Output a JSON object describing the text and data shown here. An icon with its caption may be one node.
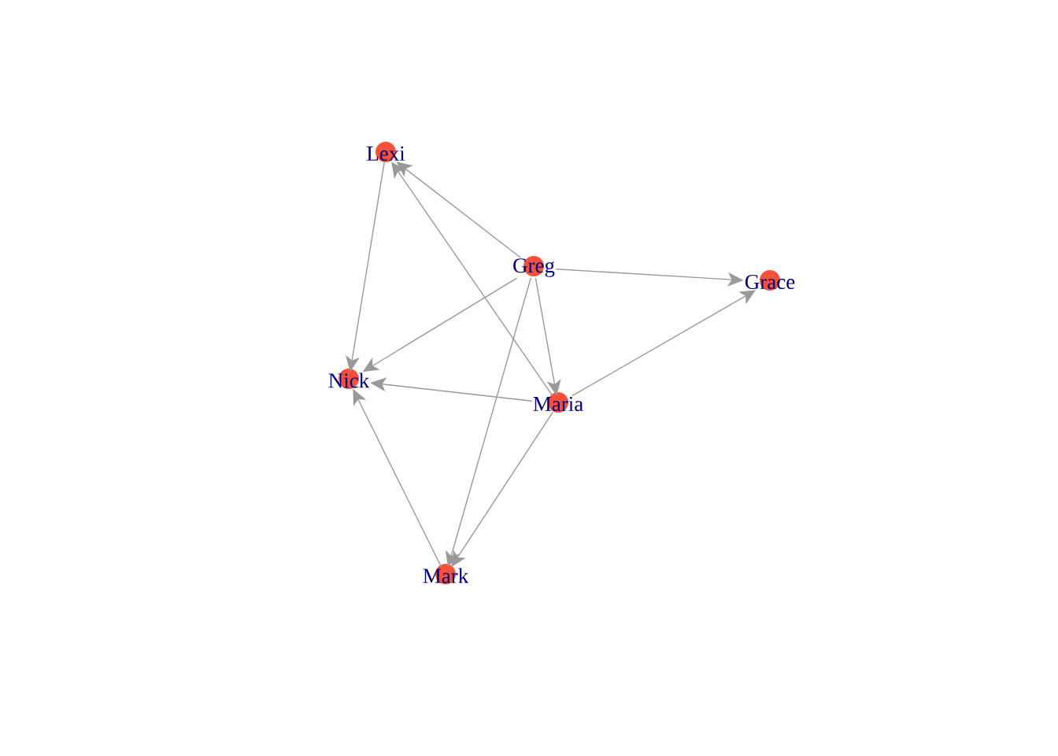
{
  "diagram": {
    "nodes": [
      {
        "text": [
          "Lexi"
        ]
      },
      {
        "text": [
          "Greg"
        ]
      },
      {
        "text": [
          "Grace"
        ]
      },
      {
        "text": [
          "Nick"
        ]
      },
      {
        "text": [
          "Maria"
        ]
      },
      {
        "text": [
          "Mark"
        ]
      }
    ],
    "edges": [
      {
        "from": 1,
        "to": 0,
        "arrow": "to"
      },
      {
        "from": 1,
        "to": 2,
        "arrow": "to"
      },
      {
        "from": 1,
        "to": 3,
        "arrow": "to"
      },
      {
        "from": 1,
        "to": 4,
        "arrow": "to"
      },
      {
        "from": 1,
        "to": 5,
        "arrow": "to"
      },
      {
        "from": 0,
        "to": 3,
        "arrow": "to"
      },
      {
        "from": 4,
        "to": 0,
        "arrow": "to"
      },
      {
        "from": 4,
        "to": 3,
        "arrow": "to"
      },
      {
        "from": 4,
        "to": 2,
        "arrow": "to"
      },
      {
        "from": 4,
        "to": 5,
        "arrow": "to"
      },
      {
        "from": 5,
        "to": 3,
        "arrow": "to"
      }
    ]
  }
}
